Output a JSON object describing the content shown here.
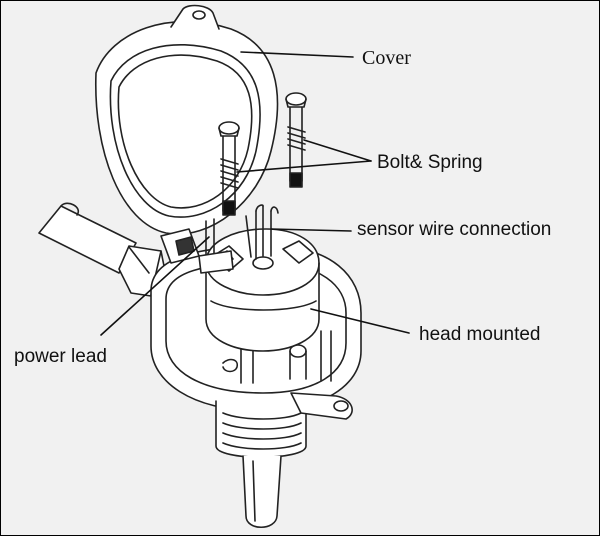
{
  "labels": {
    "cover": "Cover",
    "bolt_spring": "Bolt& Spring",
    "sensor_wire": "sensor wire connection",
    "head_mounted": "head mounted",
    "power_lead": "power lead"
  }
}
